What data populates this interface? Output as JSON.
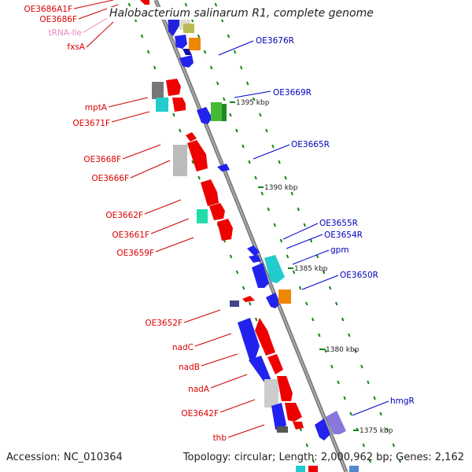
{
  "title": "Halobacterium salinarum R1, complete genome",
  "footer": {
    "accession_label": "Accession:",
    "accession": "NC_010364",
    "topology_label": "Topology:",
    "topology": "circular",
    "length_label": "Length:",
    "length": "2,000,962 bp",
    "genes_label": "Genes:",
    "genes": "2,162"
  },
  "colors": {
    "forward_label": "#dd0000",
    "reverse_label": "#0000bb",
    "trna_label": "#ee88bb",
    "backbone": "#888888",
    "tick": "#118811"
  },
  "scale": [
    {
      "label": "1395 kbp",
      "kbp": 1395
    },
    {
      "label": "1390 kbp",
      "kbp": 1390
    },
    {
      "label": "1385 kbp",
      "kbp": 1385
    },
    {
      "label": "1380 kbp",
      "kbp": 1380
    },
    {
      "label": "1375 kbp",
      "kbp": 1375
    }
  ],
  "forward_labels": [
    {
      "text": "OE3686A1F",
      "kind": "gene"
    },
    {
      "text": "OE3686F",
      "kind": "gene"
    },
    {
      "text": "tRNA-Ile",
      "kind": "trna"
    },
    {
      "text": "fxsA",
      "kind": "gene"
    },
    {
      "text": "mptA",
      "kind": "gene"
    },
    {
      "text": "OE3671F",
      "kind": "gene"
    },
    {
      "text": "OE3668F",
      "kind": "gene"
    },
    {
      "text": "OE3666F",
      "kind": "gene"
    },
    {
      "text": "OE3662F",
      "kind": "gene"
    },
    {
      "text": "OE3661F",
      "kind": "gene"
    },
    {
      "text": "OE3659F",
      "kind": "gene"
    },
    {
      "text": "OE3652F",
      "kind": "gene"
    },
    {
      "text": "nadC",
      "kind": "gene"
    },
    {
      "text": "nadB",
      "kind": "gene"
    },
    {
      "text": "nadA",
      "kind": "gene"
    },
    {
      "text": "OE3642F",
      "kind": "gene"
    },
    {
      "text": "thb",
      "kind": "gene"
    }
  ],
  "reverse_labels": [
    {
      "text": "OE3676R"
    },
    {
      "text": "OE3669R"
    },
    {
      "text": "OE3665R"
    },
    {
      "text": "OE3655R"
    },
    {
      "text": "OE3654R"
    },
    {
      "text": "gpm"
    },
    {
      "text": "OE3650R"
    },
    {
      "text": "hmgR"
    }
  ]
}
